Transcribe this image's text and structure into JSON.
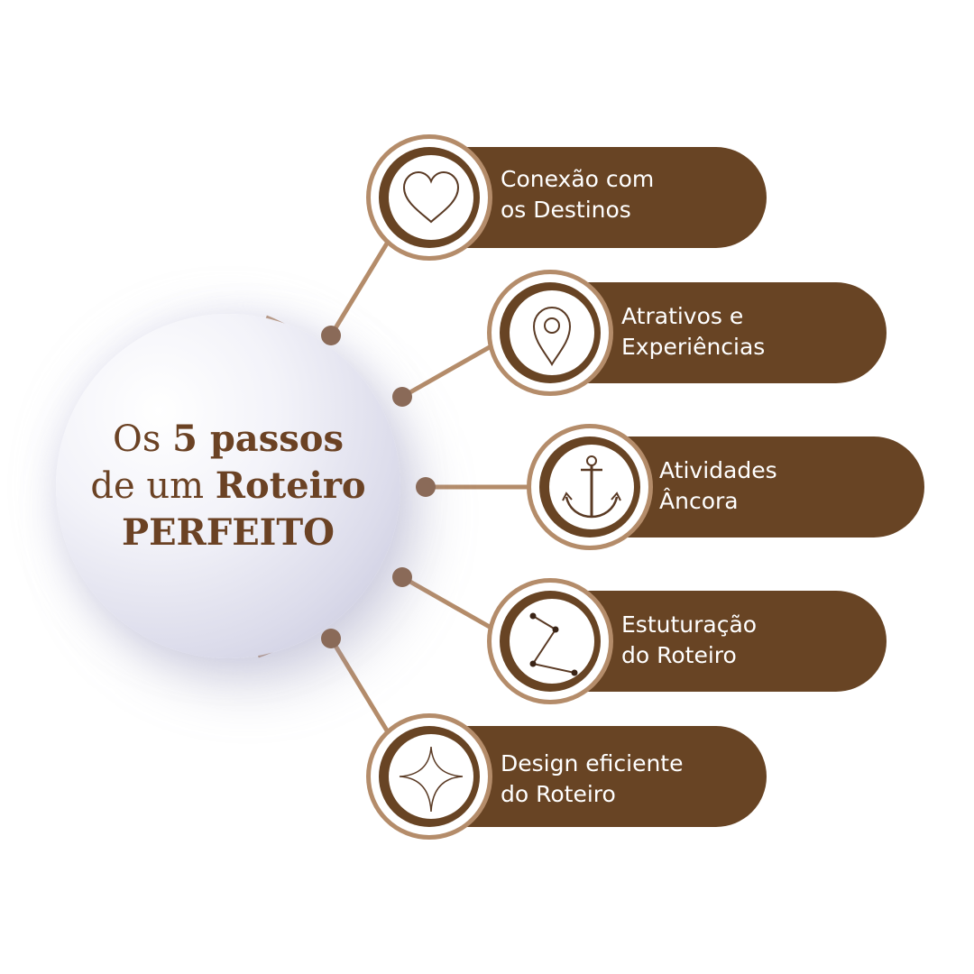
{
  "colors": {
    "accent_brown": "#684424",
    "ring_tan": "#b48c6a",
    "dot_brown": "#8a6a58",
    "title_brown": "#6b4224"
  },
  "center": {
    "line1_prefix": "Os ",
    "line1_bold": "5 passos",
    "line2_prefix": "de um ",
    "line2_bold": "Roteiro",
    "line3_bold": "PERFEITO"
  },
  "steps": [
    {
      "line1": "Conexão com",
      "line2": "os Destinos",
      "icon": "heart-icon"
    },
    {
      "line1": "Atrativos e",
      "line2": "Experiências",
      "icon": "map-pin-icon"
    },
    {
      "line1": "Atividades",
      "line2": "Âncora",
      "icon": "anchor-icon"
    },
    {
      "line1": "Estuturação",
      "line2": "do Roteiro",
      "icon": "route-path-icon"
    },
    {
      "line1": "Design eficiente",
      "line2": "do Roteiro",
      "icon": "sparkle-icon"
    }
  ]
}
